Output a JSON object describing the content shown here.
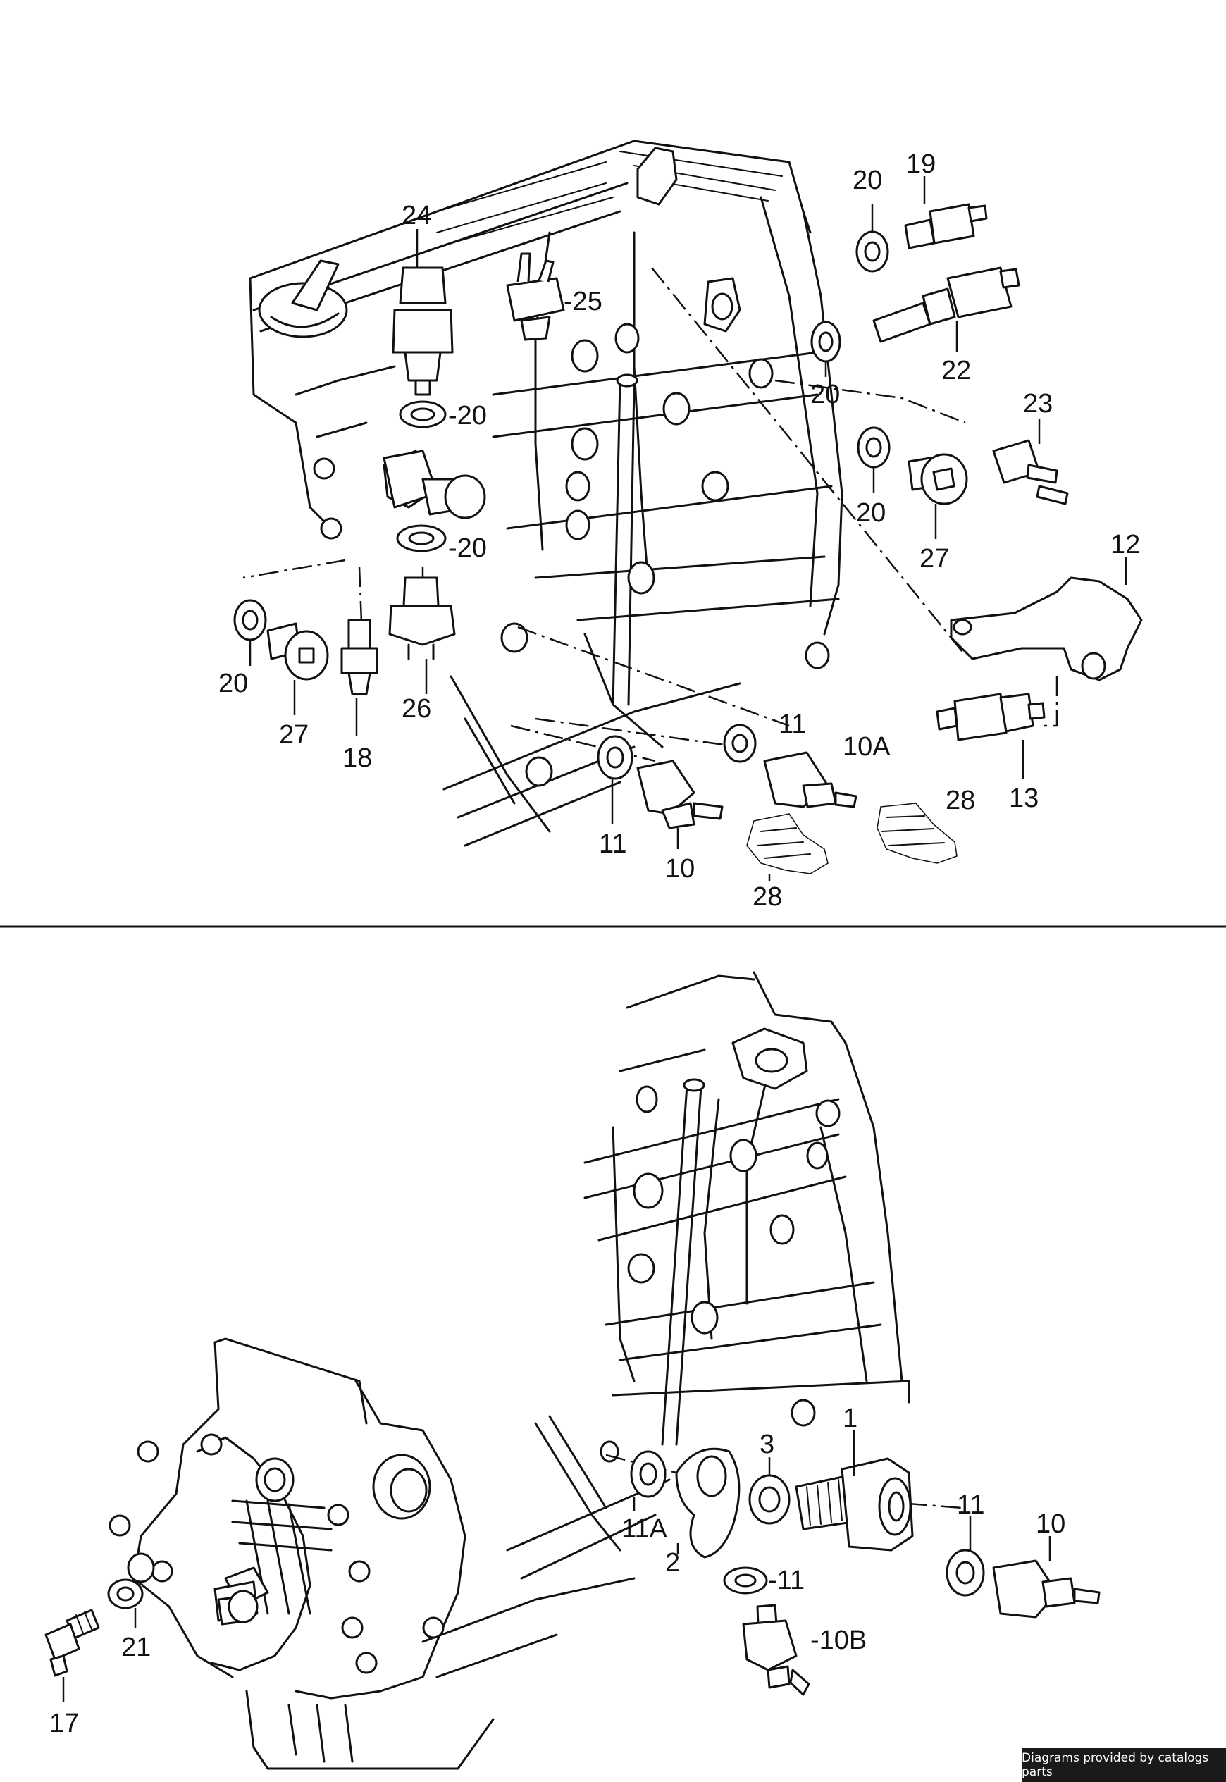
{
  "labels": {
    "top": [
      {
        "id": "l24",
        "text": "24"
      },
      {
        "id": "l25",
        "text": "-25"
      },
      {
        "id": "l20a",
        "text": "20"
      },
      {
        "id": "l19",
        "text": "19"
      },
      {
        "id": "l22",
        "text": "22"
      },
      {
        "id": "l20b",
        "text": "20"
      },
      {
        "id": "l20c",
        "text": "-20"
      },
      {
        "id": "l20d",
        "text": "-20"
      },
      {
        "id": "l23",
        "text": "23"
      },
      {
        "id": "l20e",
        "text": "20"
      },
      {
        "id": "l27a",
        "text": "27"
      },
      {
        "id": "l12",
        "text": "12"
      },
      {
        "id": "l20f",
        "text": "20"
      },
      {
        "id": "l27b",
        "text": "27"
      },
      {
        "id": "l18",
        "text": "18"
      },
      {
        "id": "l26",
        "text": "26"
      },
      {
        "id": "l11a",
        "text": "11"
      },
      {
        "id": "l10a",
        "text": "10A"
      },
      {
        "id": "l28a",
        "text": "28"
      },
      {
        "id": "l13",
        "text": "13"
      },
      {
        "id": "l11b",
        "text": "11"
      },
      {
        "id": "l10",
        "text": "10"
      },
      {
        "id": "l28b",
        "text": "28"
      }
    ],
    "bottom": [
      {
        "id": "m3",
        "text": "3"
      },
      {
        "id": "m1",
        "text": "1"
      },
      {
        "id": "m11a",
        "text": "11A"
      },
      {
        "id": "m11b",
        "text": "11"
      },
      {
        "id": "m10",
        "text": "10"
      },
      {
        "id": "m2",
        "text": "2"
      },
      {
        "id": "m11c",
        "text": "-11"
      },
      {
        "id": "m21",
        "text": "21"
      },
      {
        "id": "m10b",
        "text": "-10B"
      },
      {
        "id": "m17",
        "text": "17"
      }
    ]
  },
  "footer": {
    "credit": "Diagrams provided by catalogs parts"
  }
}
